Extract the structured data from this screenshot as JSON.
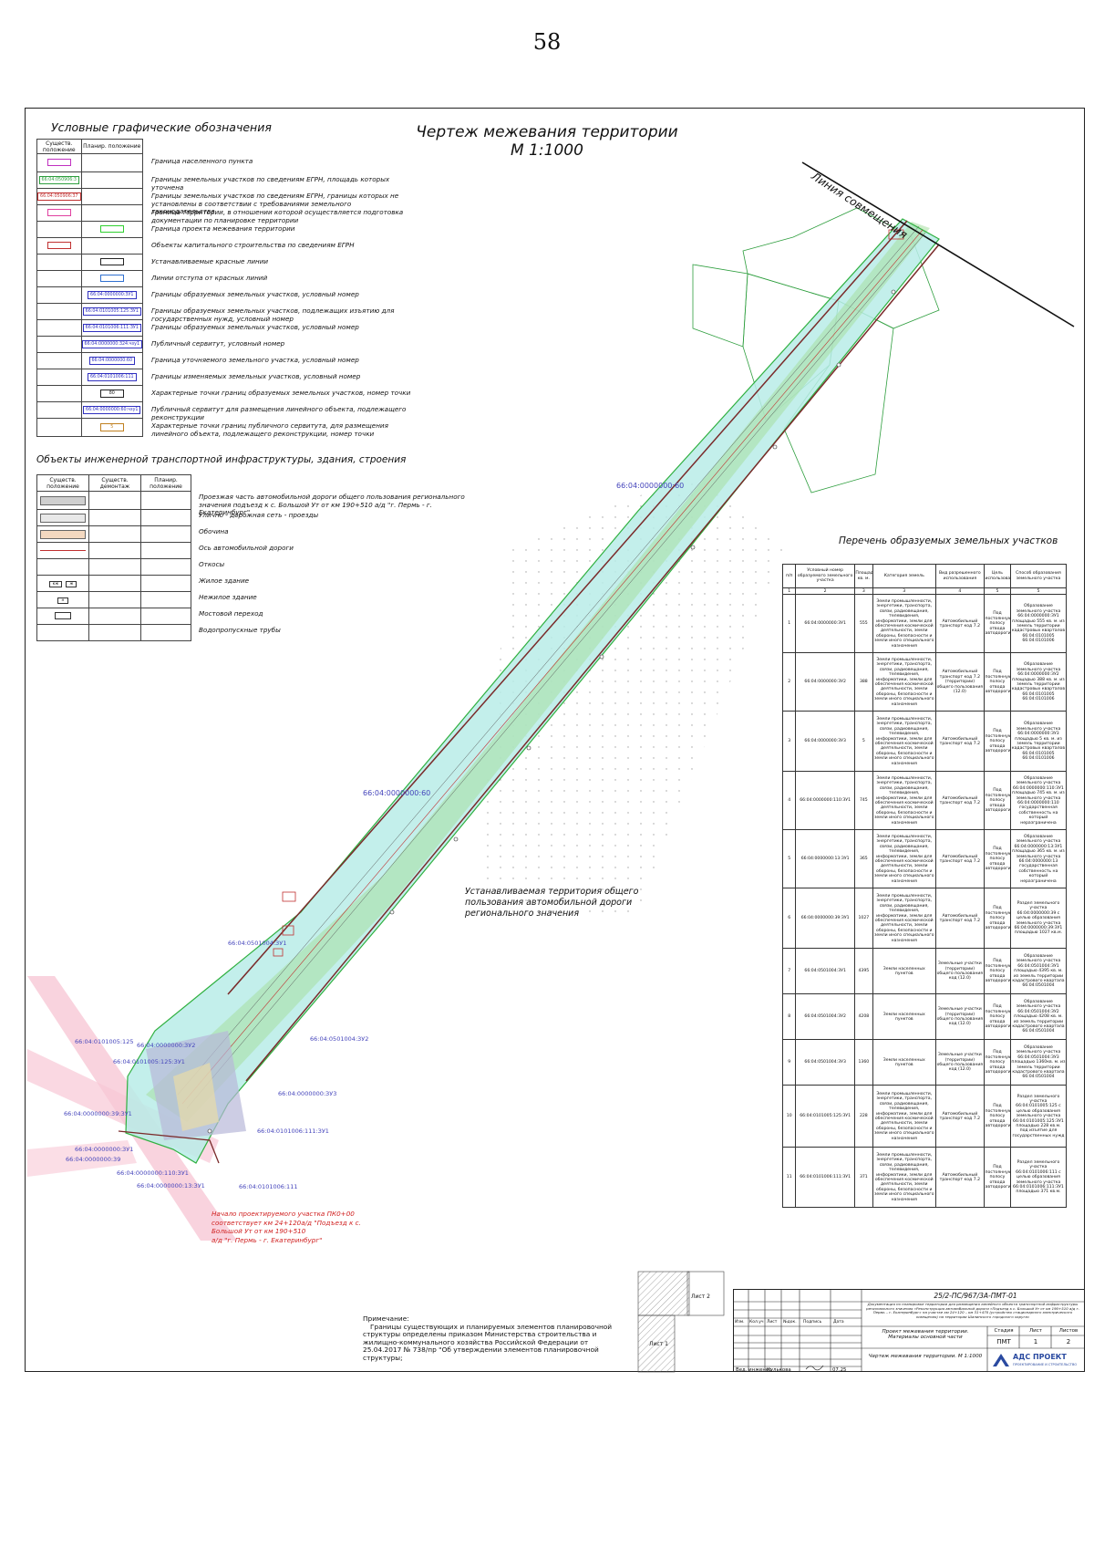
{
  "page_number": "58",
  "drawing": {
    "title": "Чертеж межевания территории",
    "scale": "М 1:1000",
    "combine_line": "Линия совмещения"
  },
  "legend": {
    "title": "Условные графические обозначения",
    "col_existing": "Существ. положение",
    "col_planned": "Планир. положение",
    "items": [
      {
        "sample": "",
        "text": "Граница населенного пункта",
        "color": "#c030c0"
      },
      {
        "sample": "66:04:050906:3",
        "text": "Границы земельных участков по сведениям ЕГРН, площадь которых уточнена",
        "color": "#2e9e3e"
      },
      {
        "sample": "66:04:050906:37",
        "text": "Границы земельных участков по сведениям ЕГРН, границы которых не установлены в соответствии с требованиями земельного законодательства",
        "color": "#c03030"
      },
      {
        "sample": "",
        "text": "Граница территории, в отношении которой осуществляется подготовка документации по планировке территории",
        "color": "#e040a0"
      },
      {
        "sample": "",
        "text": "Граница проекта межевания территории",
        "color": "#30d030"
      },
      {
        "sample": "",
        "text": "Объекты капитального строительства по сведениям ЕГРН",
        "color": "#c03030"
      },
      {
        "sample": "",
        "text": "Устанавливаемые красные линии",
        "color": "#222222"
      },
      {
        "sample": "",
        "text": "Линии отступа от красных линий",
        "color": "#3070d0"
      },
      {
        "sample": "66:04:0000000:ЗУ1",
        "text": "Границы образуемых земельных участков, условный номер",
        "color": "#3030c0"
      },
      {
        "sample": "66:04:0101005:125:ЗУ1",
        "text": "Границы образуемых земельных участков, подлежащих изъятию для государственных нужд, условный номер",
        "color": "#3030c0"
      },
      {
        "sample": "66:04:0101006:111:ЗУ1",
        "text": "Границы образуемых земельных участков, условный номер",
        "color": "#3030c0"
      },
      {
        "sample": "66:04:0000000:324:чзу1",
        "text": "Публичный сервитут, условный номер",
        "color": "#3030c0"
      },
      {
        "sample": "66:04:0000000:60",
        "text": "Граница уточняемого земельного участка, условный номер",
        "color": "#3030c0"
      },
      {
        "sample": "66:04:0101006:111",
        "text": "Границы изменяемых земельных участков, условный номер",
        "color": "#3030c0"
      },
      {
        "sample": "80",
        "text": "Характерные точки границ образуемых земельных участков, номер точки",
        "color": "#222222"
      },
      {
        "sample": "66:04:0000000:60:чзу1",
        "text": "Публичный сервитут для размещения линейного объекта, подлежащего реконструкции",
        "color": "#3030c0"
      },
      {
        "sample": "5",
        "text": "Характерные точки границ публичного сервитута, для размещения линейного объекта, подлежащего реконструкции, номер точки",
        "color": "#c08020"
      }
    ]
  },
  "infrastructure": {
    "title": "Объекты инженерной транспортной инфраструктуры, здания, строения",
    "col_existing": "Существ. положение",
    "col_demolish": "Существ. демонтаж",
    "col_planned": "Планир. положение",
    "items": [
      "Проезжая часть автомобильной дороги общего пользования регионального значения подъезд к с. Большой Ут от км 190+510 а/д \"г. Пермь - г. Екатеринбург\"",
      "Улично - дорожная сеть - проезды",
      "Обочина",
      "Ось автомобильной дороги",
      "Откосы",
      "Жилое здание",
      "Нежилое здание",
      "Мостовой переход",
      "Водопропускные трубы"
    ],
    "sample_house": [
      "кж",
      "ж"
    ],
    "sample_nonres": "н"
  },
  "map_labels": {
    "plot_60_top": "66:04:0000000:60",
    "plot_60_mid": "66:04:0000000:60",
    "area_note": "Устанавливаемая территория общего пользования автомобильной дороги регионального значения",
    "l_050104_3u1": "66:04:0501004:ЗУ1",
    "l_050104_3u2": "66:04:0501004:ЗУ2",
    "l_0101005_125": "66:04:0101005:125",
    "l_0000000_3u2": "66:04:0000000:ЗУ2",
    "l_0101005_125_3u1": "66:04:0101005:125:ЗУ1",
    "l_0000000_3u3": "66:04:0000000:ЗУ3",
    "l_0000000_39_3u1": "66:04:0000000:39:ЗУ1",
    "l_0101006_111_3u1": "66:04:0101006:111:ЗУ1",
    "l_0000000_3u1": "66:04:0000000:ЗУ1",
    "l_0000000_39": "66:04:0000000:39",
    "l_0000000_110_3u1": "66:04:0000000:110:ЗУ1",
    "l_0000000_13_3u1": "66:04:0000000:13:ЗУ1",
    "l_0101006_111": "66:04:0101006:111",
    "start_note": [
      "Начало проектируемого участка ПК0+00",
      "соответствует км 24+120а/д \"Подъезд к с.",
      "Большой Ут от км 190+510",
      "а/д \"г. Пермь - г. Екатеринбург\""
    ]
  },
  "plots_table": {
    "caption": "Перечень образуемых земельных участков",
    "headers": [
      "п/п",
      "Условный номер образуемого земельного участка",
      "Площадь, кв. м.",
      "Категория земель",
      "Вид разрешенного использования",
      "Цель использования",
      "Способ образования земельного участка"
    ],
    "header_numbers": [
      "1",
      "2",
      "3",
      "3",
      "4",
      "5",
      "5"
    ],
    "rows": [
      [
        "1",
        "66:04:0000000:ЗУ1",
        "555",
        "Земли промышленности, энергетики, транспорта, связи, радиовещания, телевидения, информатики, земли для обеспечения космической деятельности, земли обороны, безопасности и земли иного специального назначения",
        "Автомобильный транспорт код 7.2",
        "Под постоянную полосу отвода автодороги",
        "Образование земельного участка 66:04:0000000:ЗУ1 площадью 555 кв. м. из земель территории кадастровых кварталов 66:04:0101005 66:04:0101006"
      ],
      [
        "2",
        "66:04:0000000:ЗУ2",
        "388",
        "Земли промышленности, энергетики, транспорта, связи, радиовещания, телевидения, информатики, земли для обеспечения космической деятельности, земли обороны, безопасности и земли иного специального назначения",
        "Автомобильный транспорт код 7.2 (территории) общего пользования (12.0)",
        "Под постоянную полосу отвода автодороги",
        "Образование земельного участка 66:04:0000000:ЗУ2 площадью 388 кв. м. из земель территории кадастровых кварталов 66:04:0101005 66:04:0101006"
      ],
      [
        "3",
        "66:04:0000000:ЗУ3",
        "5",
        "Земли промышленности, энергетики, транспорта, связи, радиовещания, телевидения, информатики, земли для обеспечения космической деятельности, земли обороны, безопасности и земли иного специального назначения",
        "Автомобильный транспорт код 7.2",
        "Под постоянную полосу отвода автодороги",
        "Образование земельного участка 66:04:0000000:ЗУ3 площадью 5 кв. м. из земель территории кадастровых кварталов 66:04:0101005 66:04:0101006"
      ],
      [
        "4",
        "66:04:0000000:110:ЗУ1",
        "745",
        "Земли промышленности, энергетики, транспорта, связи, радиовещания, телевидения, информатики, земли для обеспечения космической деятельности, земли обороны, безопасности и земли иного специального назначения",
        "Автомобильный транспорт код 7.2",
        "Под постоянную полосу отвода автодороги",
        "Образование земельного участка 66:04:0000000:110:ЗУ1 площадью 745 кв. м. из земельного участка 66:04:0000000:110 государственная собственность на который неразграничена"
      ],
      [
        "5",
        "66:04:0000000:13:ЗУ1",
        "365",
        "Земли промышленности, энергетики, транспорта, связи, радиовещания, телевидения, информатики, земли для обеспечения космической деятельности, земли обороны, безопасности и земли иного специального назначения",
        "Автомобильный транспорт код 7.2",
        "Под постоянную полосу отвода автодороги",
        "Образование земельного участка 66:04:0000000:13:ЗУ1 площадью 365 кв. м. из земельного участка 66:04:0000000:13 государственная собственность на который неразграничена"
      ],
      [
        "6",
        "66:04:0000000:39:ЗУ1",
        "1027",
        "Земли промышленности, энергетики, транспорта, связи, радиовещания, телевидения, информатики, земли для обеспечения космической деятельности, земли обороны, безопасности и земли иного специального назначения",
        "Автомобильный транспорт код 7.2",
        "Под постоянную полосу отвода автодороги",
        "Раздел земельного участка 66:04:0000000:39 с целью образования земельного участка 66:04:0000000:39:ЗУ1 площадью 1027 кв.м."
      ],
      [
        "7",
        "66:04:0501004:ЗУ1",
        "4395",
        "Земли населенных пунктов",
        "Земельные участки (территории) общего пользования код (12.0)",
        "Под постоянную полосу отвода автодороги",
        "Образование земельного участка 66:04:0501004:ЗУ1 площадью 4395 кв. м. из земель территории кадастрового квартала 66:04:0501004"
      ],
      [
        "8",
        "66:04:0501004:ЗУ2",
        "4208",
        "Земли населенных пунктов",
        "Земельные участки (территории) общего пользования код (12.0)",
        "Под постоянную полосу отвода автодороги",
        "Образование земельного участка 66:04:0501004:ЗУ2 площадью 4208 кв. м. из земель территории кадастрового квартала 66:04:0501004"
      ],
      [
        "9",
        "66:04:0501004:ЗУ3",
        "1360",
        "Земли населенных пунктов",
        "Земельные участки (территории) общего пользования код (12.0)",
        "Под постоянную полосу отвода автодороги",
        "Образование земельного участка 66:04:0501004:ЗУ3 площадью 1360кв. м. из земель территории кадастрового квартала 66:04:0501004"
      ],
      [
        "10",
        "66:04:0101005:125:ЗУ1",
        "228",
        "Земли промышленности, энергетики, транспорта, связи, радиовещания, телевидения, информатики, земли для обеспечения космической деятельности, земли обороны, безопасности и земли иного специального назначения",
        "Автомобильный транспорт код 7.2",
        "Под постоянную полосу отвода автодороги",
        "Раздел земельного участка 66:04:0101005:125 с целью образования земельного участка 66:04:0101005:125:ЗУ1 площадью 228 кв.м. под изъятие для государственных нужд"
      ],
      [
        "11",
        "66:04:0101006:111:ЗУ1",
        "371",
        "Земли промышленности, энергетики, транспорта, связи, радиовещания, телевидения, информатики, земли для обеспечения космической деятельности, земли обороны, безопасности и земли иного специального назначения",
        "Автомобильный транспорт код 7.2",
        "Под постоянную полосу отвода автодороги",
        "Раздел земельного участка 66:04:0101006:111 с целью образования земельного участка 66:04:0101006:111:ЗУ1 площадью 371 кв.м."
      ]
    ]
  },
  "note": {
    "title": "Примечание:",
    "text": "Границы существующих и планируемых элементов планировочной структуры определены приказом Министерства строительства и жилищно-коммунального хозяйства Российской Федерации от 25.04.2017 № 738/пр \"Об утверждении элементов планировочной структуры;"
  },
  "sheet_refs": {
    "sheet2": "Лист 2",
    "sheet1": "Лист 1"
  },
  "stamp": {
    "code": "25/2-ПС/967/3А-ПМТ-01",
    "project": "Документация по планировке территории для размещения линейного объекта транспортной инфраструктуры регионального значения «Реконструкция автомобильной дороги «Подъезд к с. Большой Ут от км 190+510 а/д г. Пермь – г. Екатеринбург» на участке км 24+120 – км 31+470 (устройство стационарного электрического освещения) на территории Шалинского городского округа»",
    "cols": [
      "Изм.",
      "Кол.уч",
      "Лист",
      "№док.",
      "Подпись",
      "Дата"
    ],
    "section": "Проект межевания территории. Материалы основной части",
    "stage_h": "Стадия",
    "sheet_h": "Лист",
    "sheets_h": "Листов",
    "stage": "ПМТ",
    "sheet": "1",
    "sheets": "2",
    "sheet_title": "Чертеж межевания территории. М 1:1000",
    "role": "Вед. инженер",
    "person": "Кулькова",
    "date": "07.25",
    "company": "АДС ПРОЕКТ",
    "company_sub": "ПРОЕКТИРОВАНИЕ И СТРОИТЕЛЬСТВО"
  }
}
